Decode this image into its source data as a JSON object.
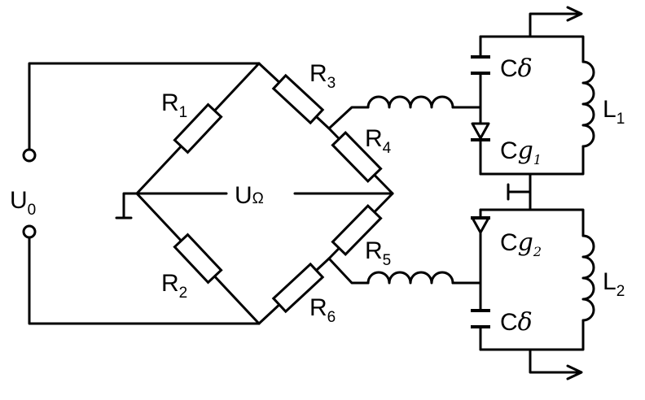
{
  "labels": {
    "u0": {
      "main": "U",
      "sub": "0"
    },
    "u_omega": {
      "main": "U",
      "sub": "Ω"
    },
    "r1": {
      "main": "R",
      "sub": "1"
    },
    "r2": {
      "main": "R",
      "sub": "2"
    },
    "r3": {
      "main": "R",
      "sub": "3"
    },
    "r4": {
      "main": "R",
      "sub": "4"
    },
    "r5": {
      "main": "R",
      "sub": "5"
    },
    "r6": {
      "main": "R",
      "sub": "6"
    },
    "c_delta_top": {
      "main": "C",
      "sub": "δ"
    },
    "c_delta_bottom": {
      "main": "C",
      "sub": "δ"
    },
    "c_g1": {
      "main": "C",
      "sub": "g",
      "subsub": "1"
    },
    "c_g2": {
      "main": "C",
      "sub": "g",
      "subsub": "2"
    },
    "l1": {
      "main": "L",
      "sub": "1"
    },
    "l2": {
      "main": "L",
      "sub": "2"
    }
  }
}
